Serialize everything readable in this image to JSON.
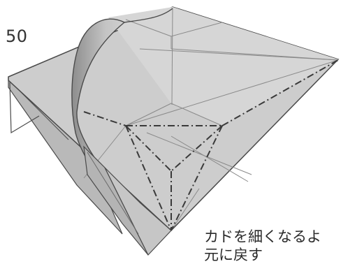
{
  "step": {
    "number": "50"
  },
  "instruction": {
    "line1": "カドを細くなるよ",
    "line2": "元に戻す"
  },
  "colors": {
    "paper_face": "#c8c8c8",
    "paper_light": "#dedede",
    "paper_shadow": "#9a9a9a",
    "edge": "#4a4a4a",
    "crease": "#8a8a8a",
    "mountain_fold": "#3a3a3a"
  }
}
